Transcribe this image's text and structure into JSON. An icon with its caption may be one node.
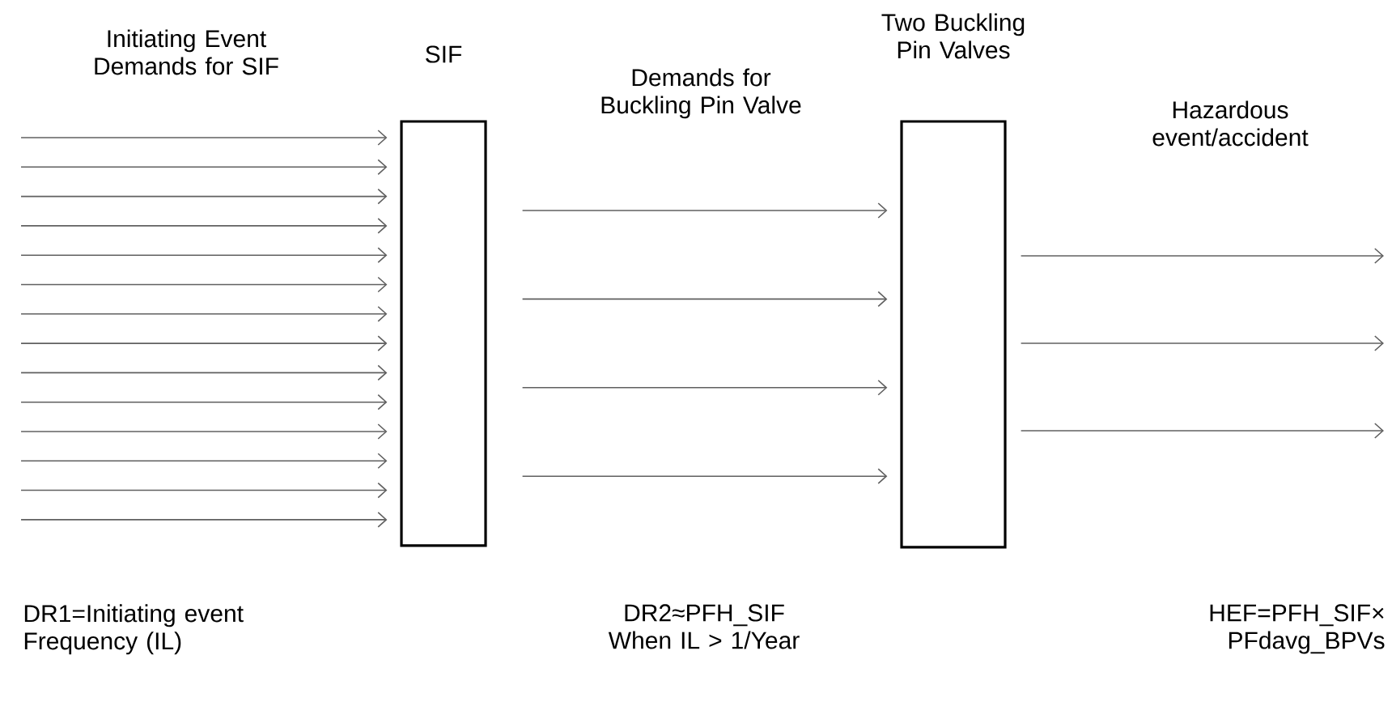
{
  "diagram": {
    "nodes": [
      {
        "text": [
          "SIF"
        ]
      },
      {
        "text": [
          "Two Buckling Pin Valves"
        ]
      }
    ],
    "edges": [
      {
        "from": null,
        "to": 0,
        "arrow": "to"
      },
      {
        "from": null,
        "to": 0,
        "arrow": "to"
      },
      {
        "from": null,
        "to": 0,
        "arrow": "to"
      },
      {
        "from": null,
        "to": 0,
        "arrow": "to"
      },
      {
        "from": null,
        "to": 0,
        "arrow": "to"
      },
      {
        "from": null,
        "to": 0,
        "arrow": "to"
      },
      {
        "from": null,
        "to": 0,
        "arrow": "to"
      },
      {
        "from": null,
        "to": 0,
        "arrow": "to"
      },
      {
        "from": null,
        "to": 0,
        "arrow": "to"
      },
      {
        "from": null,
        "to": 0,
        "arrow": "to"
      },
      {
        "from": null,
        "to": 0,
        "arrow": "to"
      },
      {
        "from": null,
        "to": 0,
        "arrow": "to"
      },
      {
        "from": null,
        "to": 0,
        "arrow": "to"
      },
      {
        "from": null,
        "to": 0,
        "arrow": "to"
      },
      {
        "from": 0,
        "to": 1,
        "arrow": "to"
      },
      {
        "from": 0,
        "to": 1,
        "arrow": "to"
      },
      {
        "from": 0,
        "to": 1,
        "arrow": "to"
      },
      {
        "from": 0,
        "to": 1,
        "arrow": "to"
      },
      {
        "from": 1,
        "to": null,
        "arrow": "to"
      },
      {
        "from": 1,
        "to": null,
        "arrow": "to"
      },
      {
        "from": 1,
        "to": null,
        "arrow": "to"
      }
    ],
    "labels": [
      "Initiating Event Demands for SIF",
      "Demands for Buckling Pin Valve",
      "Hazardous event/accident",
      "DR1=Initiating event Frequency (IL)",
      "DR2≈PFH_SIF When IL > 1/Year",
      "HEF=PFH_SIF× PFdavg_BPVs"
    ]
  }
}
